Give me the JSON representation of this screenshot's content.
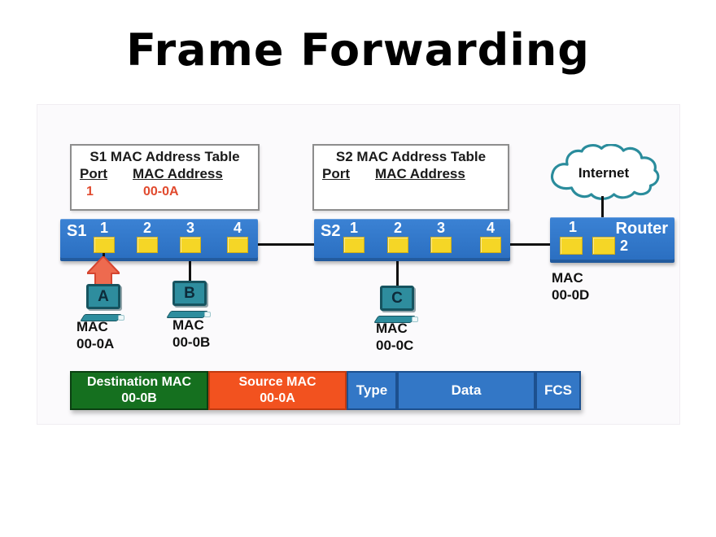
{
  "title": "Frame Forwarding",
  "colors": {
    "switch_blue": "#2e73c5",
    "port_yellow": "#f5d626",
    "table_entry_red": "#e14a2e",
    "cloud_teal": "#2a8c9c",
    "host_teal": "#2e8d9e",
    "arrow_red": "#ee6a4f",
    "frame_green": "#15701f",
    "frame_orange": "#f2521f",
    "frame_blue": "#3377c6"
  },
  "tables": {
    "s1": {
      "title": "S1 MAC Address Table",
      "col_port": "Port",
      "col_mac": "MAC Address",
      "rows": [
        {
          "port": "1",
          "mac": "00-0A"
        }
      ]
    },
    "s2": {
      "title": "S2 MAC Address Table",
      "col_port": "Port",
      "col_mac": "MAC Address",
      "rows": []
    }
  },
  "internet": {
    "label": "Internet"
  },
  "switches": {
    "s1": {
      "label": "S1",
      "ports": [
        "1",
        "2",
        "3",
        "4"
      ]
    },
    "s2": {
      "label": "S2",
      "ports": [
        "1",
        "2",
        "3",
        "4"
      ]
    }
  },
  "router": {
    "label": "Router",
    "port1": "1",
    "port2": "2",
    "mac": [
      "MAC",
      "00-0D"
    ]
  },
  "hosts": {
    "a": {
      "letter": "A",
      "mac": [
        "MAC",
        "00-0A"
      ]
    },
    "b": {
      "letter": "B",
      "mac": [
        "MAC",
        "00-0B"
      ]
    },
    "c": {
      "letter": "C",
      "mac": [
        "MAC",
        "00-0C"
      ]
    }
  },
  "frame": {
    "fields": [
      {
        "label": "Destination MAC",
        "value": "00-0B",
        "color": "#15701f"
      },
      {
        "label": "Source MAC",
        "value": "00-0A",
        "color": "#f2521f"
      },
      {
        "label": "Type",
        "value": "",
        "color": "#3377c6"
      },
      {
        "label": "Data",
        "value": "",
        "color": "#3377c6"
      },
      {
        "label": "FCS",
        "value": "",
        "color": "#3377c6"
      }
    ]
  }
}
